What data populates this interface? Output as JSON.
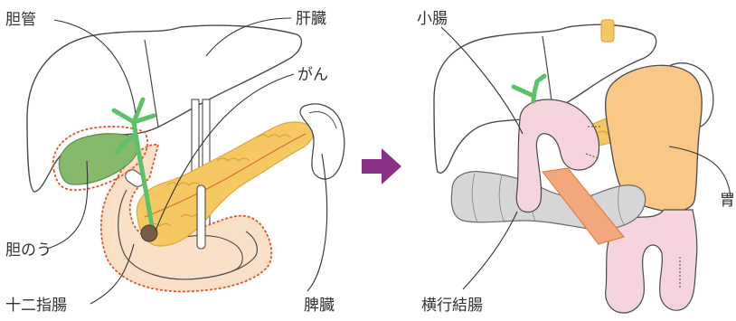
{
  "before": {
    "labels": {
      "bile_duct": "胆管",
      "liver": "肝臓",
      "cancer": "がん",
      "gallbladder": "胆のう",
      "duodenum": "十二指腸",
      "spleen": "脾臓"
    }
  },
  "after": {
    "labels": {
      "small_intestine": "小腸",
      "stomach": "胃",
      "transverse_colon": "横行結腸"
    }
  },
  "colors": {
    "outline": "#4a4a4a",
    "liver_fill": "#ffffff",
    "bile_duct": "#5cc168",
    "gallbladder": "#87b96c",
    "pancreas": "#f6c862",
    "duodenum_fill": "#fbe0c8",
    "resection_border": "#e0562b",
    "tumor": "#7a5a48",
    "stomach": "#f9c887",
    "small_intestine": "#f5d4de",
    "colon": "#d6d6d8",
    "vessel_connector": "#f3a77c",
    "arrow": "#8b2f86"
  }
}
